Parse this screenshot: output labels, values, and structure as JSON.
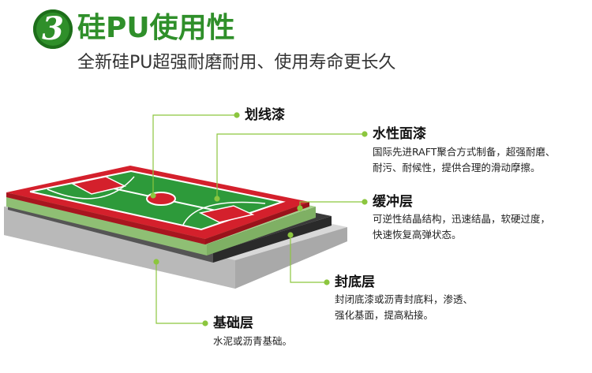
{
  "header": {
    "number": "3",
    "title": "硅PU使用性",
    "subtitle": "全新硅PU超强耐磨耐用、使用寿命更长久"
  },
  "layers": {
    "line_paint": {
      "name": "划线漆"
    },
    "water_topcoat": {
      "name": "水性面漆",
      "desc_line1": "国际先进RAFT聚合方式制备，超强耐磨、",
      "desc_line2": "耐污、耐候性，提供合理的滑动摩擦。"
    },
    "buffer": {
      "name": "缓冲层",
      "desc_line1": "可逆性结晶结构，迅速结晶，软硬过度，",
      "desc_line2": "快速恢复高弹状态。"
    },
    "seal": {
      "name": "封底层",
      "desc_line1": "封闭底漆或沥青封底料，渗透、",
      "desc_line2": "强化基面，提高粘接。"
    },
    "base": {
      "name": "基础层",
      "desc_line1": "水泥或沥青基础。"
    }
  },
  "colors": {
    "brand_green": "#2f8f2a",
    "court_green": "#2d9a3a",
    "court_red": "#d4202c",
    "buffer_green": "#9fc98a",
    "seal_black": "#3a3a3a",
    "base_gray": "#c9c9c9",
    "leader_green": "#8cc63f"
  }
}
